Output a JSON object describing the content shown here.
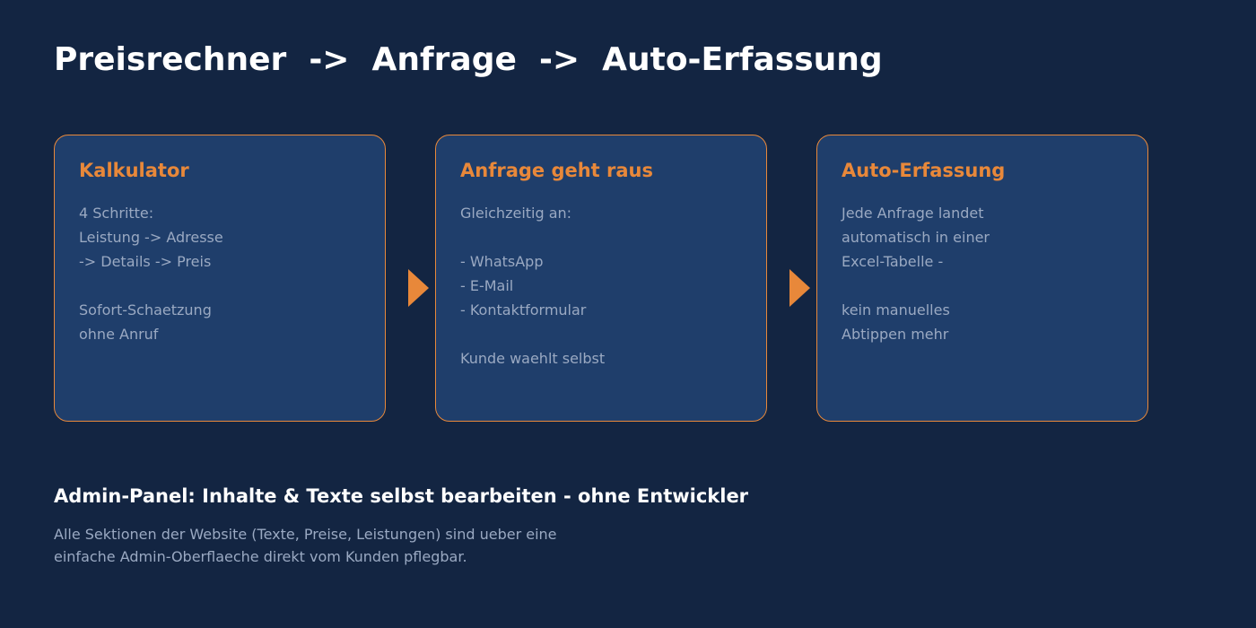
{
  "title": "Preisrechner  ->  Anfrage  ->  Auto-Erfassung",
  "cards": [
    {
      "title": "Kalkulator",
      "lines": [
        "4 Schritte:",
        "Leistung -> Adresse",
        "-> Details -> Preis",
        "",
        "Sofort-Schaetzung",
        "ohne Anruf"
      ]
    },
    {
      "title": "Anfrage geht raus",
      "lines": [
        "Gleichzeitig an:",
        "",
        "- WhatsApp",
        "- E-Mail",
        "- Kontaktformular",
        "",
        "Kunde waehlt selbst"
      ]
    },
    {
      "title": "Auto-Erfassung",
      "lines": [
        "Jede Anfrage landet",
        "automatisch in einer",
        "Excel-Tabelle -",
        "",
        "kein manuelles",
        "Abtippen mehr"
      ]
    }
  ],
  "arrows": [
    "arrow-right-icon",
    "arrow-right-icon"
  ],
  "footer": {
    "heading": "Admin-Panel: Inhalte & Texte selbst bearbeiten - ohne Entwickler",
    "lines": [
      "Alle Sektionen der Website (Texte, Preise, Leistungen) sind ueber eine",
      "einfache Admin-Oberflaeche direkt vom Kunden pflegbar."
    ]
  },
  "colors": {
    "background": "#132542",
    "card": "#1f3e6b",
    "accent": "#e8883a",
    "heading": "#ffffff",
    "body_text": "#9aa9c2"
  }
}
